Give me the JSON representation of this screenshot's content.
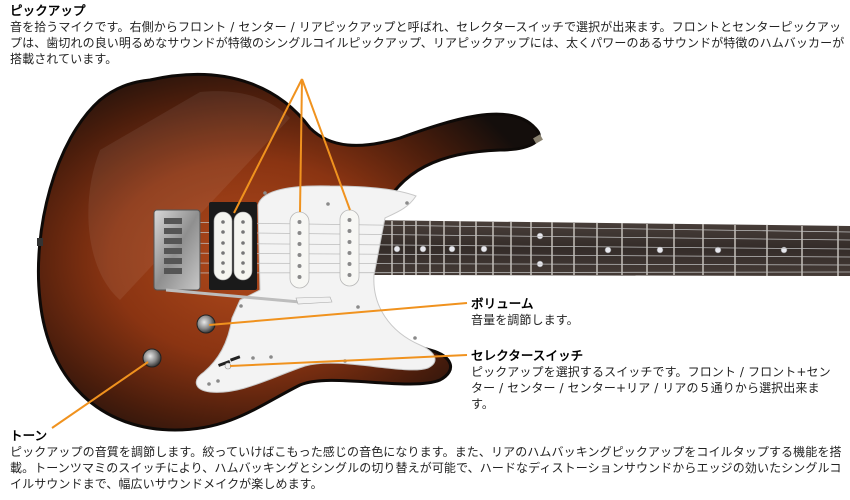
{
  "colors": {
    "callout_line": "#f0921e",
    "body_burst_dark": "#1b1412",
    "body_burst_mid": "#6b2a10",
    "body_center": "#a8461c",
    "pickguard": "#f4f4f4",
    "fretboard": "#3a3330",
    "text": "#1a1a1a"
  },
  "sections": {
    "pickup": {
      "title": "ピックアップ",
      "desc": "音を拾うマイクです。右側からフロント / センター / リアピックアップと呼ばれ、セレクタースイッチで選択が出来ます。フロントとセンターピックアップは、歯切れの良い明るめなサウンドが特徴のシングルコイルピックアップ、リアピックアップには、太くパワーのあるサウンドが特徴のハムバッカーが搭載されています。"
    },
    "volume": {
      "title": "ボリューム",
      "desc": "音量を調節します。"
    },
    "selector": {
      "title": "セレクタースイッチ",
      "desc": "ピックアップを選択するスイッチです。フロント / フロント+センター / センター / センター+リア / リアの５通りから選択出来ます。"
    },
    "tone": {
      "title": "トーン",
      "desc": "ピックアップの音質を調節します。絞っていけばこもった感じの音色になります。また、リアのハムバッキングピックアップをコイルタップする機能を搭載。トーンツマミのスイッチにより、ハムバッキングとシングルの切り替えが可能で、ハードなディストーションサウンドからエッジの効いたシングルコイルサウンドまで、幅広いサウンドメイクが楽しめます。"
    }
  },
  "guitar_parts": [
    "body",
    "pickguard",
    "bridge",
    "rear-humbucker",
    "middle-single-coil",
    "front-single-coil",
    "volume-knob",
    "tone-knob",
    "selector-switch",
    "tremolo-arm",
    "neck",
    "fretboard"
  ]
}
